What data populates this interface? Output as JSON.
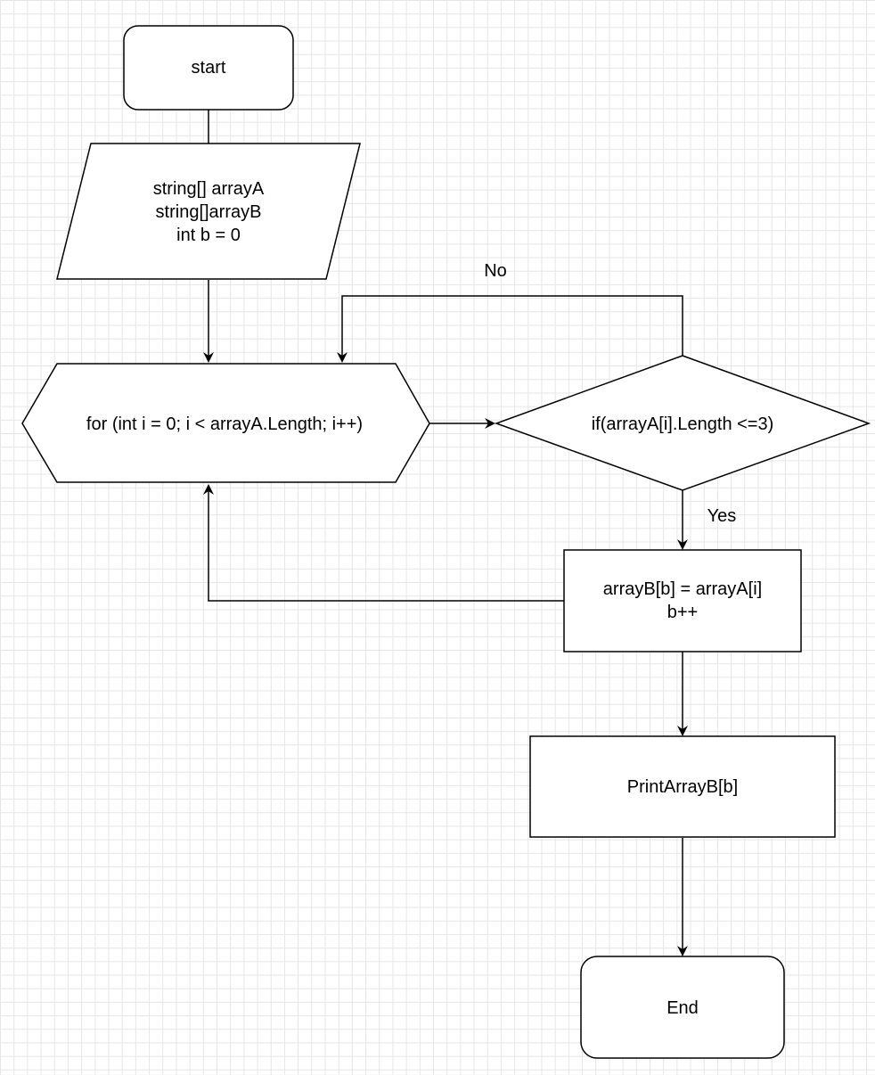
{
  "diagram": {
    "nodes": {
      "start": {
        "label": "start"
      },
      "declare": {
        "lines": [
          "string[] arrayA",
          "string[]arrayB",
          "int b = 0"
        ]
      },
      "loop": {
        "label": "for (int i = 0; i < arrayA.Length; i++)"
      },
      "condition": {
        "label": "if(arrayA[i].Length <=3)"
      },
      "assign": {
        "lines": [
          "arrayB[b] = arrayA[i]",
          "b++"
        ]
      },
      "print": {
        "label": "PrintArrayB[b]"
      },
      "end": {
        "label": "End"
      }
    },
    "edges": {
      "no_label": "No",
      "yes_label": "Yes"
    }
  }
}
